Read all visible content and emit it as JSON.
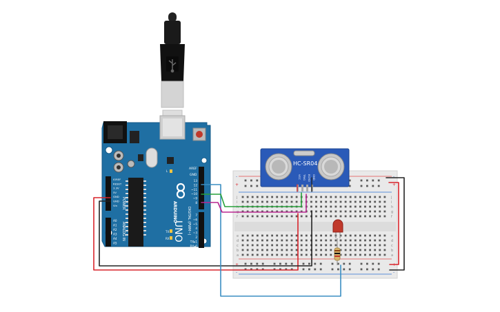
{
  "board": {
    "brand": "ARDUINO",
    "model": "UNO",
    "power_label": "POWER",
    "analog_label": "ANALOG IN",
    "digital_label": "DIGITAL (PWM~)",
    "tx_label": "TX",
    "rx_label": "RX",
    "l_label": "L",
    "aref": "AREF",
    "gnd": "GND",
    "power_pins": [
      "IOREF",
      "RESET",
      "3.3V",
      "5V",
      "GND",
      "GND",
      "Vin"
    ],
    "analog_pins": [
      "A0",
      "A1",
      "A2",
      "A3",
      "A4",
      "A5"
    ],
    "digital_pins": [
      "13",
      "12",
      "~11",
      "~10",
      "~9",
      "8",
      "7",
      "~6",
      "~5",
      "4",
      "~3",
      "2",
      "TX▸1",
      "RX◂0"
    ]
  },
  "sensor": {
    "model": "HC-SR04",
    "pins": [
      "VCC",
      "TRIG",
      "ECHO",
      "GND"
    ]
  },
  "breadboard": {
    "row_letters_top": [
      "j",
      "i",
      "h",
      "g",
      "f"
    ],
    "row_letters_bottom": [
      "e",
      "d",
      "c",
      "b",
      "a"
    ],
    "rail_plus": "+",
    "rail_minus": "-"
  },
  "colors": {
    "board": "#1f6fa3",
    "sensor": "#2a5ab8",
    "wire_red": "#d9232a",
    "wire_black": "#222222",
    "wire_green": "#27a13a",
    "wire_magenta": "#b8268f",
    "wire_blue": "#3a8ec2",
    "led": "#c0392b"
  }
}
